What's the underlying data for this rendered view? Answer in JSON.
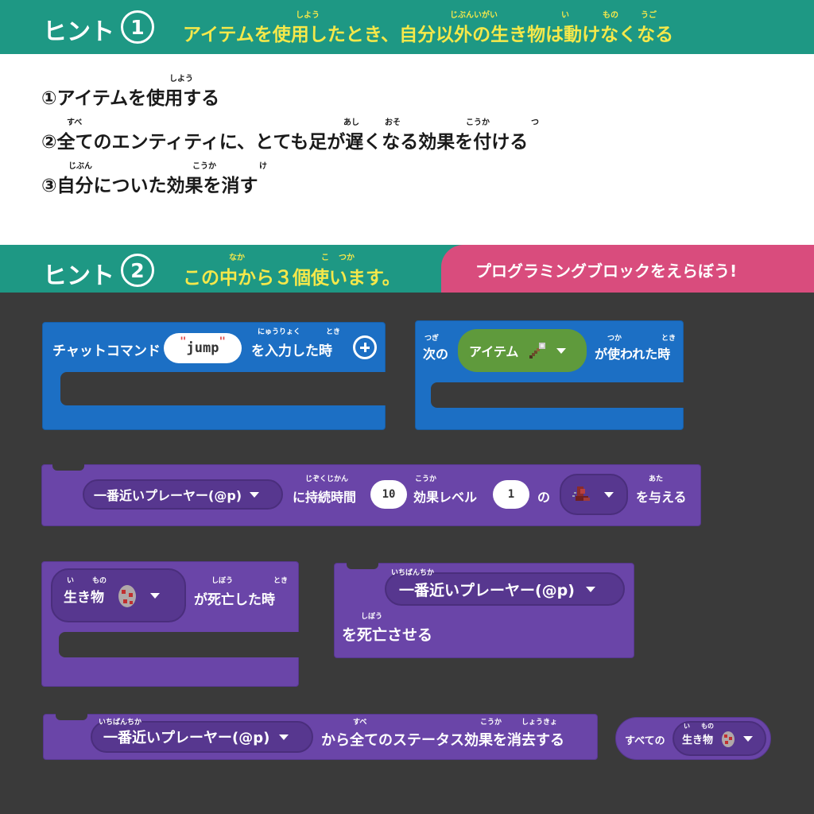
{
  "hint1": {
    "label": "ヒント",
    "number": "1",
    "title": "アイテムを使用したとき、自分以外の生き物は動けなくなる",
    "title_furigana": [
      "しよう",
      "じぶんいがい",
      "い",
      "もの",
      "うご"
    ],
    "steps": [
      {
        "number": "①",
        "text": "アイテムを使用する",
        "furigana": [
          "しよう"
        ]
      },
      {
        "number": "②",
        "text": "全てのエンティティに、とても足が遅くなる効果を付ける",
        "furigana": [
          "すべ",
          "あし",
          "おそ",
          "こうか",
          "つ"
        ]
      },
      {
        "number": "③",
        "text": "自分についた効果を消す",
        "furigana": [
          "じぶん",
          "こうか",
          "け"
        ]
      }
    ]
  },
  "hint2": {
    "label": "ヒント",
    "number": "2",
    "title": "この中から３個使います。",
    "title_furigana": [
      "なか",
      "こ",
      "つか"
    ],
    "tab_text": "プログラミングブロックをえらぼう!"
  },
  "blocks": {
    "chat": {
      "prefix": "チャットコマンド",
      "value": "jump",
      "suffix": "を入力した時",
      "furigana": [
        "にゅうりょく",
        "とき"
      ]
    },
    "item_used": {
      "prefix": "次の",
      "item": "アイテム",
      "suffix": "が使われた時",
      "furigana": [
        "つぎ",
        "つか",
        "とき"
      ]
    },
    "effect": {
      "target": "一番近いプレーヤー(@p)",
      "label_duration": "に持続時間",
      "duration": "10",
      "label_level": "効果レベル",
      "level": "1",
      "of": "の",
      "suffix": "を与える",
      "furigana": [
        "じぞくじかん",
        "こうか",
        "あた"
      ]
    },
    "mob_death": {
      "mob": "生き物",
      "suffix": "が死亡した時",
      "furigana": [
        "い",
        "もの",
        "しぼう",
        "とき"
      ]
    },
    "kill": {
      "target": "一番近いプレーヤー(@p)",
      "suffix": "を死亡させる",
      "furigana": [
        "いちばんちか",
        "しぼう"
      ]
    },
    "clear": {
      "target": "一番近いプレーヤー(@p)",
      "suffix": "から全てのステータス効果を消去する",
      "furigana": [
        "いちばんちか",
        "すべ",
        "こうか",
        "しょうきょ"
      ]
    },
    "all_mobs": {
      "prefix": "すべての",
      "mob": "生き物",
      "furigana": [
        "い",
        "もの"
      ]
    }
  },
  "icons": {
    "plus": "plus-circle-icon",
    "shovel": "shovel-icon",
    "boots": "boots-icon",
    "egg": "spawn-egg-icon",
    "dropdown": "chevron-down-icon"
  },
  "colors": {
    "teal": "#1e9884",
    "yellow": "#f5e84a",
    "pink": "#d94c7d",
    "blue_block": "#1c6fc4",
    "purple_block": "#6a45a8",
    "green_pill": "#5f9a3c",
    "background": "#3a3a3a"
  }
}
